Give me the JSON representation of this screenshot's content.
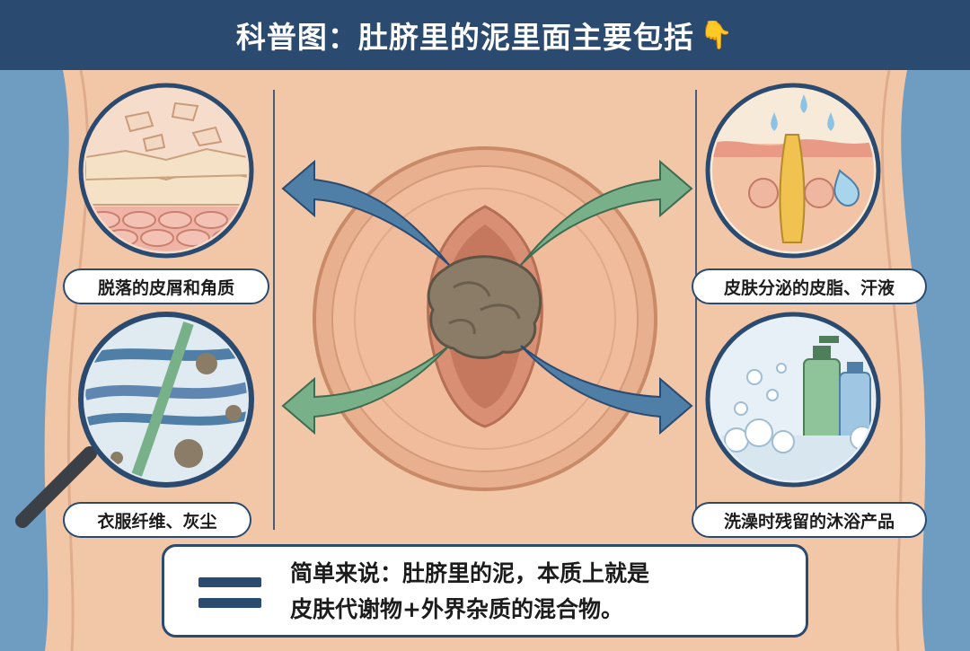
{
  "title": "科普图：肚脐里的泥里面主要包括",
  "title_icon": "pointing-down-hand-icon",
  "components": [
    {
      "label": "脱落的皮屑和角质",
      "icon": "skin-flakes-icon"
    },
    {
      "label": "皮肤分泌的皮脂、汗液",
      "icon": "sebum-sweat-gland-icon"
    },
    {
      "label": "衣服纤维、灰尘",
      "icon": "fiber-dust-magnifier-icon"
    },
    {
      "label": "洗澡时残留的沐浴产品",
      "icon": "shower-products-icon"
    }
  ],
  "summary": {
    "icon": "equals-icon",
    "line1": "简单来说：肚脐里的泥，本质上就是",
    "line2": "皮肤代谢物+外界杂质的混合物。"
  },
  "colors": {
    "header": "#2b4a70",
    "background": "#6f9cc1",
    "skin": "#f2c7a8",
    "arrow_blue": "#4f7fa6",
    "arrow_green": "#78b08a"
  }
}
